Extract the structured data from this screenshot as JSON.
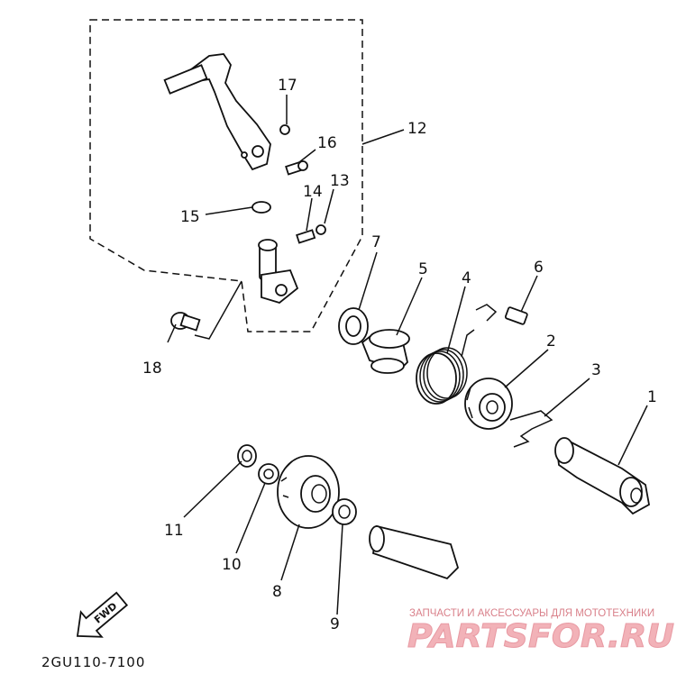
{
  "diagram": {
    "part_numbers": [
      "1",
      "2",
      "3",
      "4",
      "5",
      "6",
      "7",
      "8",
      "9",
      "10",
      "11",
      "12",
      "13",
      "14",
      "15",
      "16",
      "17",
      "18"
    ],
    "drawing_code": "2GU110-7100",
    "direction_label": "FWD"
  },
  "watermark": {
    "tagline": "ЗАПЧАСТИ И АКСЕССУАРЫ ДЛЯ МОТОТЕХНИКИ",
    "brand": "PARTSFOR.RU",
    "color": "#e8a0a8"
  }
}
